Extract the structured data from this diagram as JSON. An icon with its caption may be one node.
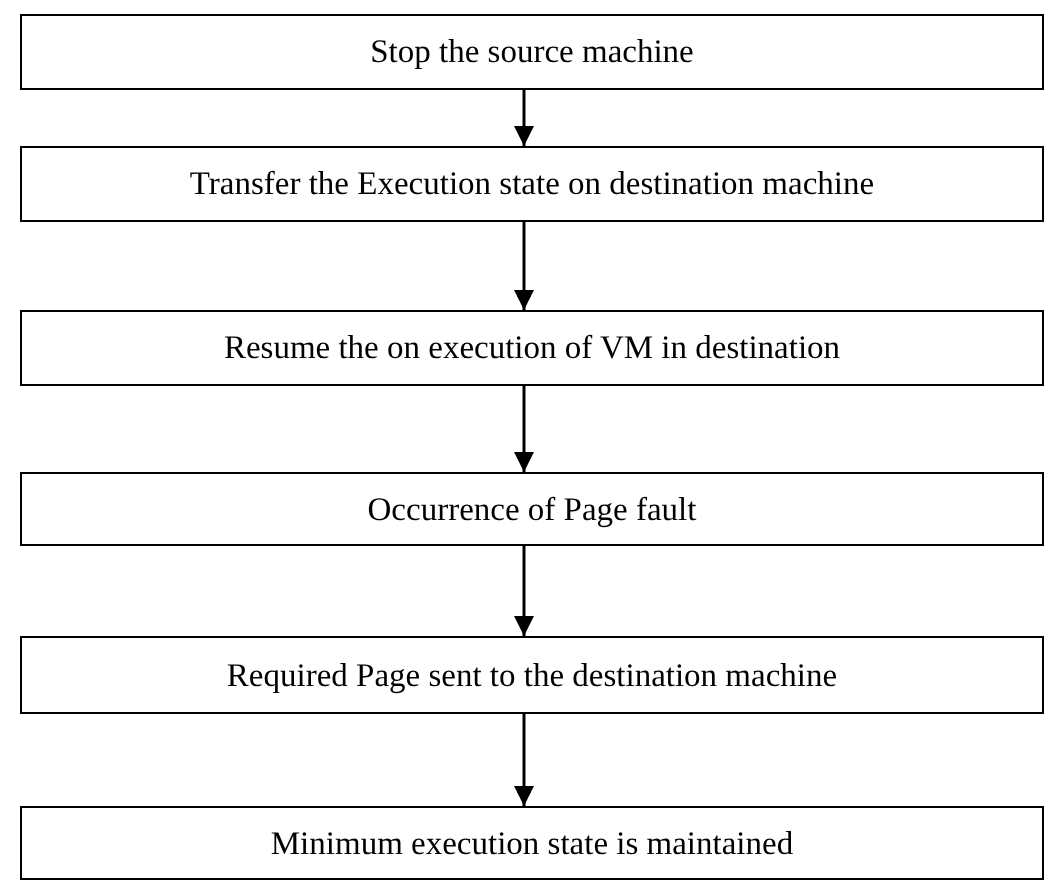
{
  "diagram": {
    "nodes": [
      {
        "text": [
          "Stop the source machine"
        ]
      },
      {
        "text": [
          "Transfer the Execution state on destination machine"
        ]
      },
      {
        "text": [
          "Resume the on execution of VM in destination"
        ]
      },
      {
        "text": [
          "Occurrence of Page fault"
        ]
      },
      {
        "text": [
          "Required Page sent to the destination machine"
        ]
      },
      {
        "text": [
          "Minimum execution state is maintained"
        ]
      }
    ],
    "edges": [
      {
        "from": 0,
        "to": 1,
        "arrow": "to"
      },
      {
        "from": 1,
        "to": 2,
        "arrow": "to"
      },
      {
        "from": 2,
        "to": 3,
        "arrow": "to"
      },
      {
        "from": 3,
        "to": 4,
        "arrow": "to"
      },
      {
        "from": 4,
        "to": 5,
        "arrow": "to"
      }
    ]
  }
}
